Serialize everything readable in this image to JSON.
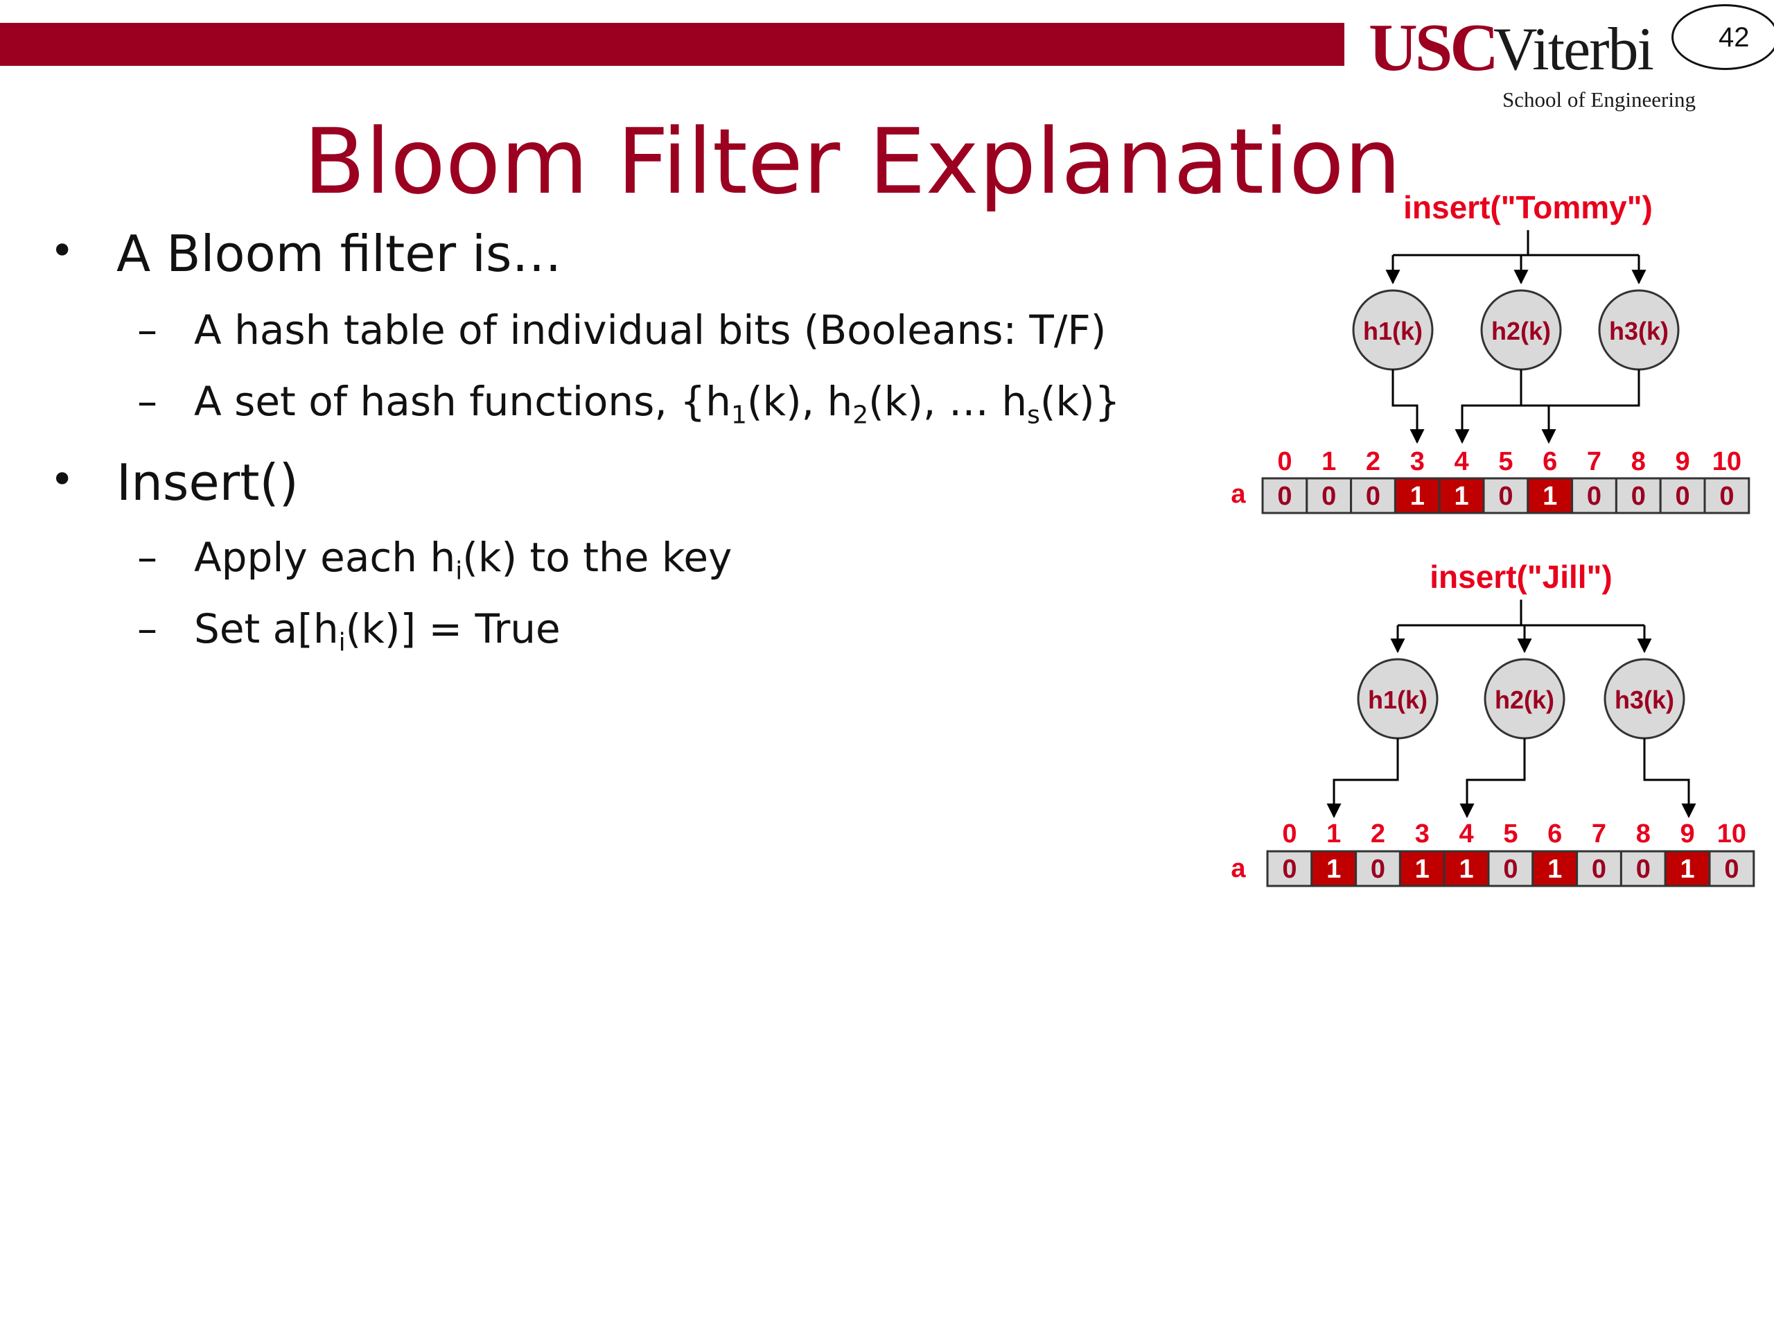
{
  "header": {
    "logo_usc": "USC",
    "logo_viterbi": "Viterbi",
    "logo_school": "School of Engineering",
    "page_number": "42"
  },
  "slide": {
    "title": "Bloom Filter Explanation",
    "bullets": [
      {
        "marker": "•",
        "text": "A Bloom filter is…",
        "sub": [
          {
            "marker": "–",
            "text": "A hash table of individual bits (Booleans: T/F)"
          },
          {
            "marker": "–",
            "parts": [
              "A set of hash functions, {h",
              "1",
              "(k), h",
              "2",
              "(k), … h",
              "s",
              "(k)}"
            ]
          }
        ]
      },
      {
        "marker": "•",
        "text": "Insert()",
        "sub": [
          {
            "marker": "–",
            "parts": [
              "Apply each h",
              "i",
              "(k) to the key"
            ]
          },
          {
            "marker": "–",
            "parts": [
              "Set a[h",
              "i",
              "(k)] = True"
            ]
          }
        ]
      }
    ]
  },
  "diagrams": [
    {
      "label": "insert(\"Tommy\")",
      "hash_labels": [
        "h1(k)",
        "h2(k)",
        "h3(k)"
      ],
      "array_label": "a",
      "indices": [
        "0",
        "1",
        "2",
        "3",
        "4",
        "5",
        "6",
        "7",
        "8",
        "9",
        "10"
      ],
      "bits": [
        "0",
        "0",
        "0",
        "1",
        "1",
        "0",
        "1",
        "0",
        "0",
        "0",
        "0"
      ]
    },
    {
      "label": "insert(\"Jill\")",
      "hash_labels": [
        "h1(k)",
        "h2(k)",
        "h3(k)"
      ],
      "array_label": "a",
      "indices": [
        "0",
        "1",
        "2",
        "3",
        "4",
        "5",
        "6",
        "7",
        "8",
        "9",
        "10"
      ],
      "bits": [
        "0",
        "1",
        "0",
        "1",
        "1",
        "0",
        "1",
        "0",
        "0",
        "1",
        "0"
      ]
    }
  ],
  "colors": {
    "brand": "#9b0020",
    "diagram_red": "#e8001c",
    "set_bit": "#c00000",
    "unset_bit": "#d9d9d9",
    "hash_fill": "#d9d9d9"
  }
}
